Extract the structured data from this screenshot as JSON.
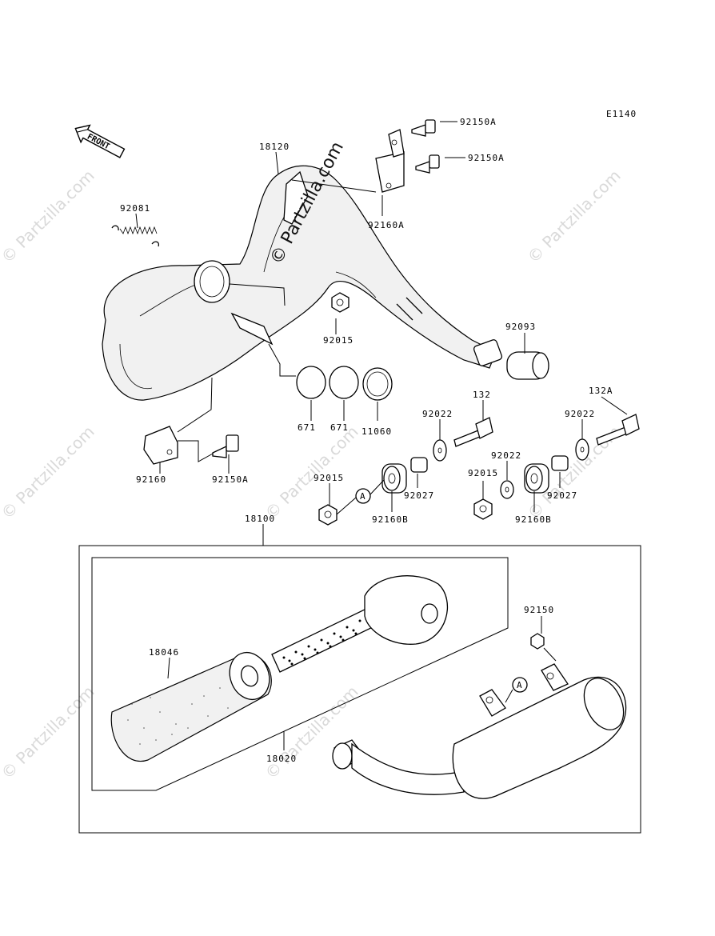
{
  "diagram_code": "E1140",
  "front_label": "FRONT",
  "circle_ref": "A",
  "watermark": "© Partzilla.com",
  "parts": {
    "p92150A_1": "92150A",
    "p92150A_2": "92150A",
    "p92150A_3": "92150A",
    "p18120": "18120",
    "p92081": "92081",
    "p92160A": "92160A",
    "p92015_1": "92015",
    "p92015_2": "92015",
    "p92015_3": "92015",
    "p92093": "92093",
    "p671_1": "671",
    "p671_2": "671",
    "p11060": "11060",
    "p132": "132",
    "p132A": "132A",
    "p92022_1": "92022",
    "p92022_2": "92022",
    "p92022_3": "92022",
    "p92160": "92160",
    "p92027_1": "92027",
    "p92027_2": "92027",
    "p92160B_1": "92160B",
    "p92160B_2": "92160B",
    "p18100": "18100",
    "p92150": "92150",
    "p18046": "18046",
    "p18020": "18020"
  }
}
